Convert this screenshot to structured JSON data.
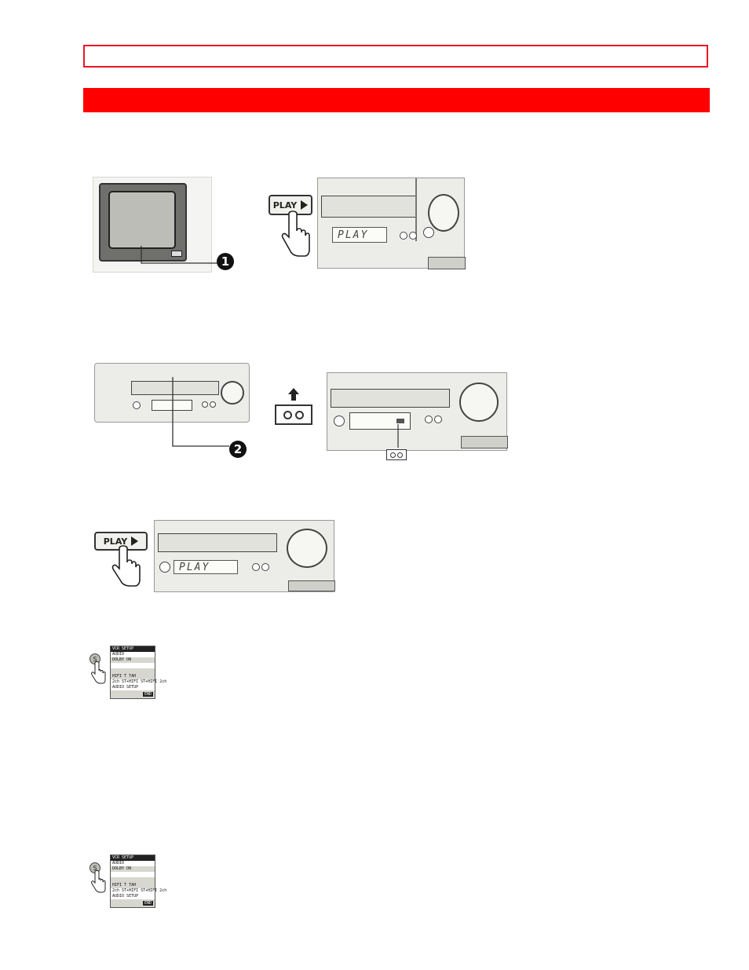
{
  "header": {
    "title": "",
    "section_title": ""
  },
  "figures": {
    "step1": {
      "badge": "1",
      "button_label": "PLAY",
      "display_text": "PLAY"
    },
    "step2": {
      "badge": "2"
    },
    "step3": {
      "button_label": "PLAY",
      "display_text": "PLAY"
    },
    "remote1": {
      "button_label": "S",
      "osd_rows": [
        "VCR SETUP",
        "AUDIO",
        "DOLBY ON",
        "",
        "",
        "HIFI    T    TAH",
        "2ch  ST+HIFI  ST+HIFI  2ch",
        "AUDIO  SETUP"
      ],
      "osd_footer": "END"
    },
    "remote2": {
      "button_label": "S",
      "osd_rows": [
        "VCR SETUP",
        "AUDIO",
        "DOLBY ON",
        "",
        "",
        "HIFI    T    TAH",
        "2ch  ST+HIFI  ST+HIFI  2ch",
        "AUDIO  SETUP"
      ],
      "osd_footer": "END"
    }
  },
  "colors": {
    "accent_red": "#ff0000",
    "outline_red": "#e8162a"
  }
}
